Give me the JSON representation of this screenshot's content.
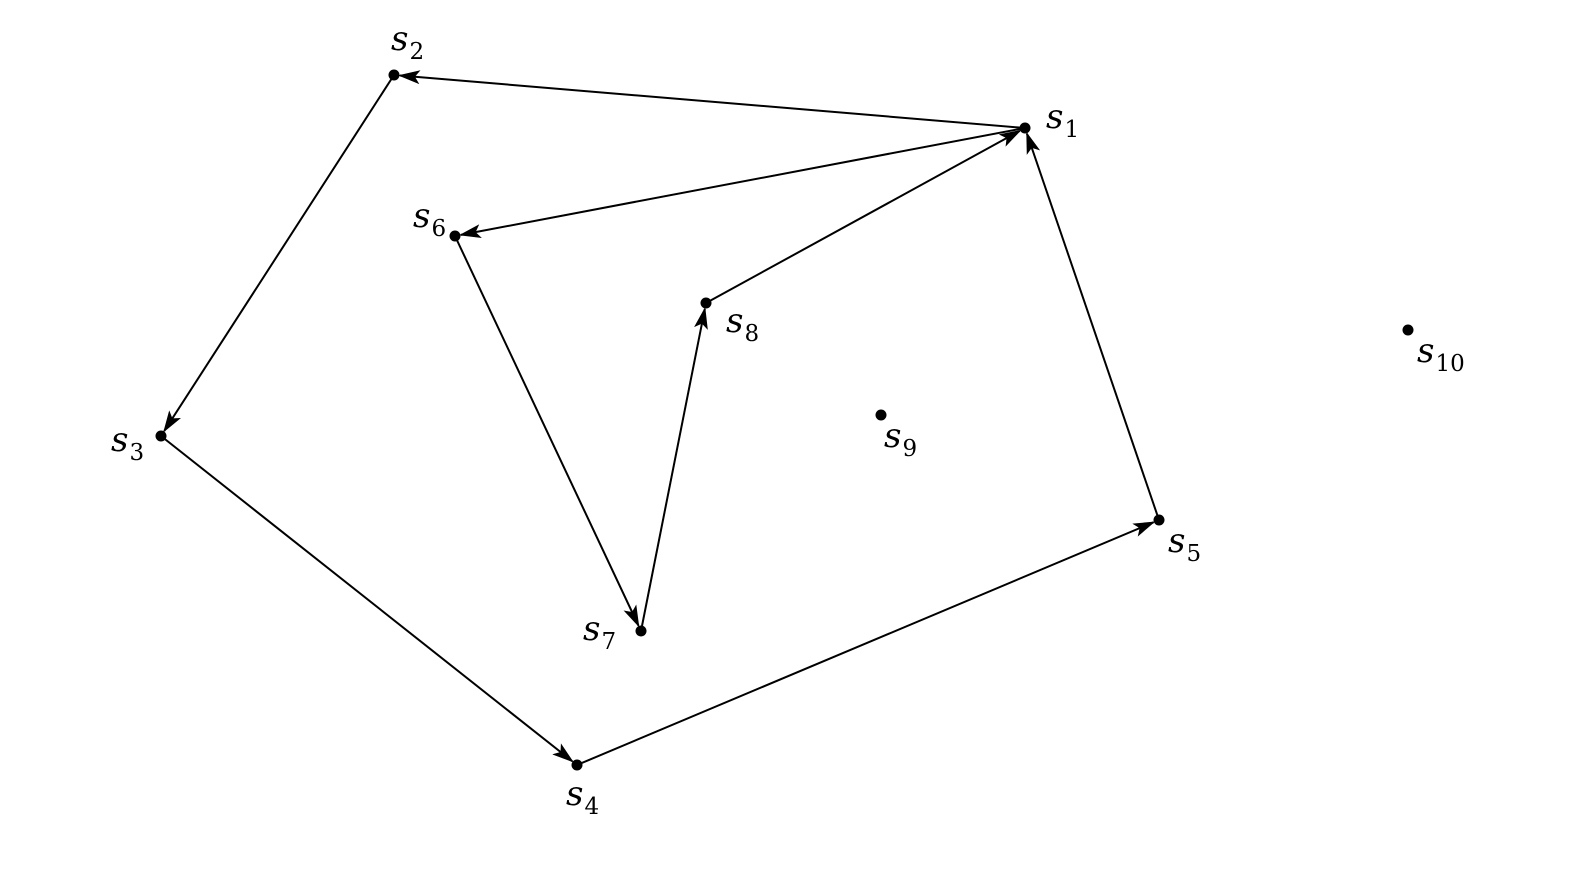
{
  "diagram": {
    "type": "directed-graph",
    "nodes": [
      {
        "id": "s1",
        "base": "s",
        "sub": "1"
      },
      {
        "id": "s2",
        "base": "s",
        "sub": "2"
      },
      {
        "id": "s3",
        "base": "s",
        "sub": "3"
      },
      {
        "id": "s4",
        "base": "s",
        "sub": "4"
      },
      {
        "id": "s5",
        "base": "s",
        "sub": "5"
      },
      {
        "id": "s6",
        "base": "s",
        "sub": "6"
      },
      {
        "id": "s7",
        "base": "s",
        "sub": "7"
      },
      {
        "id": "s8",
        "base": "s",
        "sub": "8"
      },
      {
        "id": "s9",
        "base": "s",
        "sub": "9"
      },
      {
        "id": "s10",
        "base": "s",
        "sub": "10"
      }
    ],
    "edges": [
      {
        "from": "s1",
        "to": "s2"
      },
      {
        "from": "s2",
        "to": "s3"
      },
      {
        "from": "s3",
        "to": "s4"
      },
      {
        "from": "s4",
        "to": "s5"
      },
      {
        "from": "s5",
        "to": "s1"
      },
      {
        "from": "s1",
        "to": "s6"
      },
      {
        "from": "s6",
        "to": "s7"
      },
      {
        "from": "s7",
        "to": "s8"
      },
      {
        "from": "s8",
        "to": "s1"
      }
    ],
    "colors": {
      "ink": "#000000",
      "background": "#ffffff"
    }
  }
}
